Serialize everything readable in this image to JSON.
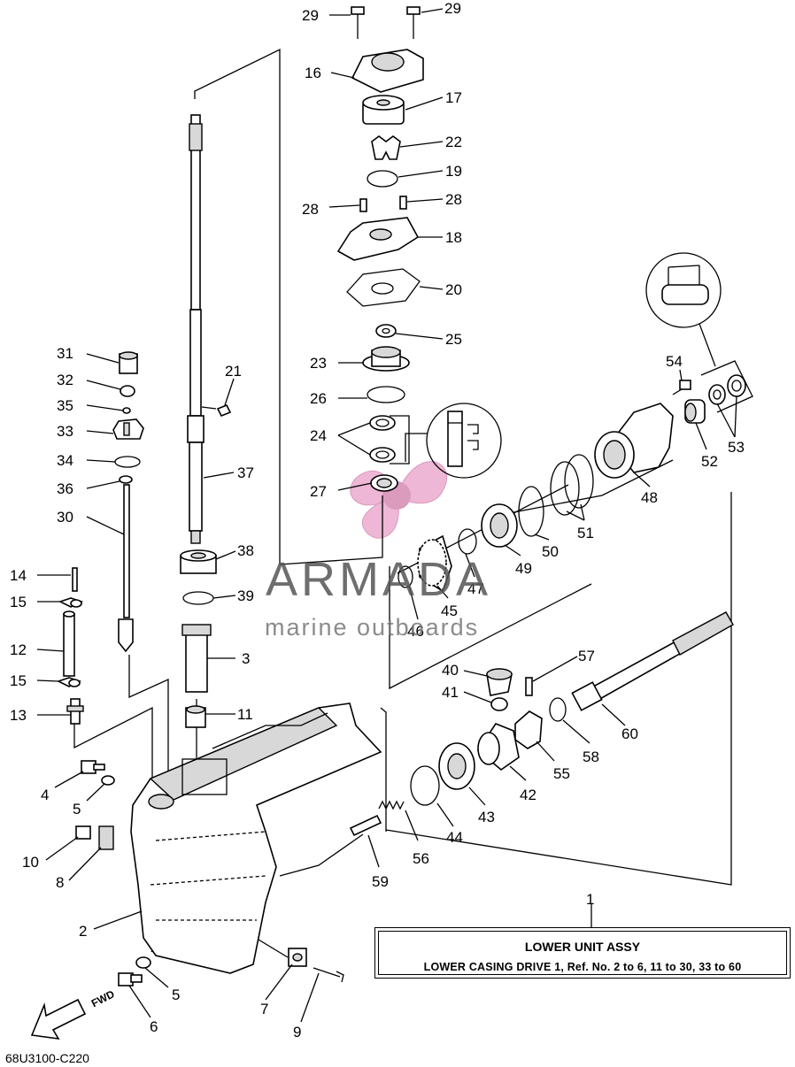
{
  "diagram": {
    "figure_code": "68U3100-C220",
    "direction_marker": "FWD",
    "assembly_box": {
      "ref_number": "1",
      "title": "LOWER UNIT ASSY",
      "subtitle": "LOWER CASING DRIVE 1, Ref. No. 2 to 6, 11 to 30, 33 to 60"
    },
    "watermark": {
      "brand": "ARMADA",
      "tagline": "marine outboards",
      "color": "#e8a0c8"
    },
    "callouts": [
      "29",
      "29",
      "16",
      "17",
      "22",
      "19",
      "28",
      "28",
      "18",
      "20",
      "25",
      "23",
      "26",
      "24",
      "27",
      "31",
      "32",
      "35",
      "33",
      "34",
      "36",
      "30",
      "21",
      "37",
      "38",
      "39",
      "3",
      "11",
      "14",
      "15",
      "12",
      "15",
      "13",
      "4",
      "5",
      "10",
      "8",
      "2",
      "5",
      "6",
      "7",
      "9",
      "54",
      "53",
      "52",
      "48",
      "51",
      "50",
      "49",
      "47",
      "45",
      "46",
      "57",
      "40",
      "41",
      "55",
      "58",
      "60",
      "42",
      "43",
      "44",
      "56",
      "59"
    ]
  }
}
